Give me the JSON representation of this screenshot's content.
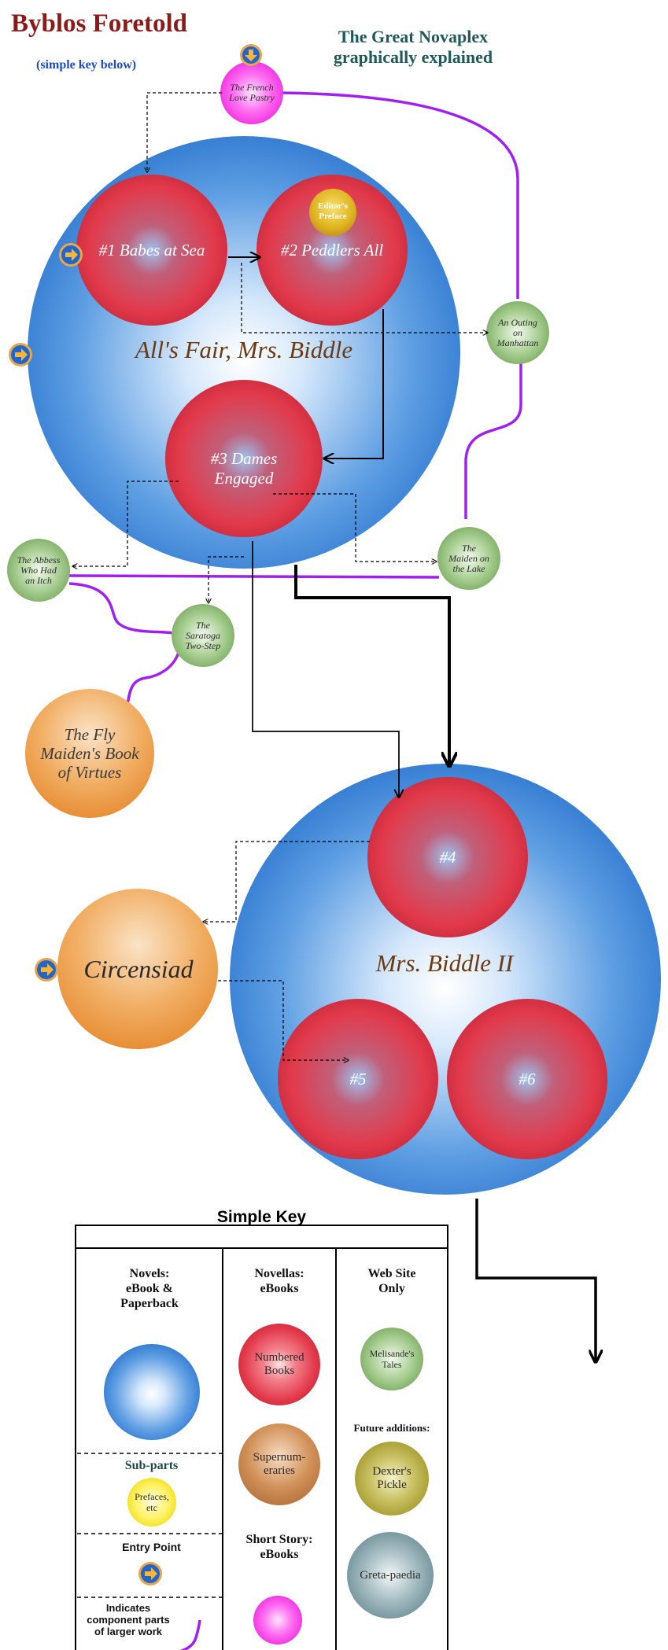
{
  "header": {
    "site_title": "Byblos Foretold",
    "key_link": "(simple key below)",
    "subtitle_line1": "The Great Novaplex",
    "subtitle_line2": "graphically explained"
  },
  "novels": {
    "mrs_biddle_1": "All's Fair, Mrs. Biddle",
    "mrs_biddle_2": "Mrs. Biddle II"
  },
  "novellas": {
    "n1": "#1 Babes at Sea",
    "n2": "#2 Peddlers All",
    "n3_line1": "#3 Dames",
    "n3_line2": "Engaged",
    "n4": "#4",
    "n5": "#5",
    "n6": "#6"
  },
  "preface": {
    "line1": "Editor's",
    "line2": "Preface"
  },
  "supernumeraries": {
    "fly_maiden_line1": "The Fly",
    "fly_maiden_line2": "Maiden's Book",
    "fly_maiden_line3": "of Virtues",
    "circensiad": "Circensiad"
  },
  "short_story": {
    "line1": "The French",
    "line2": "Love Pastry"
  },
  "web_tales": {
    "outing_line1": "An Outing",
    "outing_line2": "on",
    "outing_line3": "Manhattan",
    "maiden_lake_line1": "The",
    "maiden_lake_line2": "Maiden on",
    "maiden_lake_line3": "the Lake",
    "abbess_line1": "The Abbess",
    "abbess_line2": "Who Had",
    "abbess_line3": "an Itch",
    "saratoga_line1": "The",
    "saratoga_line2": "Saratoga",
    "saratoga_line3": "Two-Step"
  },
  "key": {
    "title": "Simple Key",
    "col1_line1": "Novels:",
    "col1_line2": "eBook &",
    "col1_line3": "Paperback",
    "col2_line1": "Novellas:",
    "col2_line2": "eBooks",
    "col3_line1": "Web Site",
    "col3_line2": "Only",
    "subparts": "Sub-parts",
    "prefaces_line1": "Prefaces,",
    "prefaces_line2": "etc",
    "entry_point": "Entry Point",
    "component_line1": "Indicates",
    "component_line2": "component parts",
    "component_line3": "of larger work",
    "numbered_line1": "Numbered",
    "numbered_line2": "Books",
    "supernum_line1": "Supernum-",
    "supernum_line2": "eraries",
    "short_story_line1": "Short Story:",
    "short_story_line2": "eBooks",
    "melisande_line1": "Melisande's",
    "melisande_line2": "Tales",
    "future_additions": "Future additions:",
    "dexter_line1": "Dexter's",
    "dexter_line2": "Pickle",
    "greta": "Greta-paedia"
  },
  "colors": {
    "novel_blue": "#3f86d6",
    "novella_red": "#dd3344",
    "web_green": "#8fbf78",
    "supernum_orange": "#ec9a45",
    "short_story_pink": "#ff44ee",
    "component_line_purple": "#a020f0",
    "title_red": "#8b1a1a"
  }
}
